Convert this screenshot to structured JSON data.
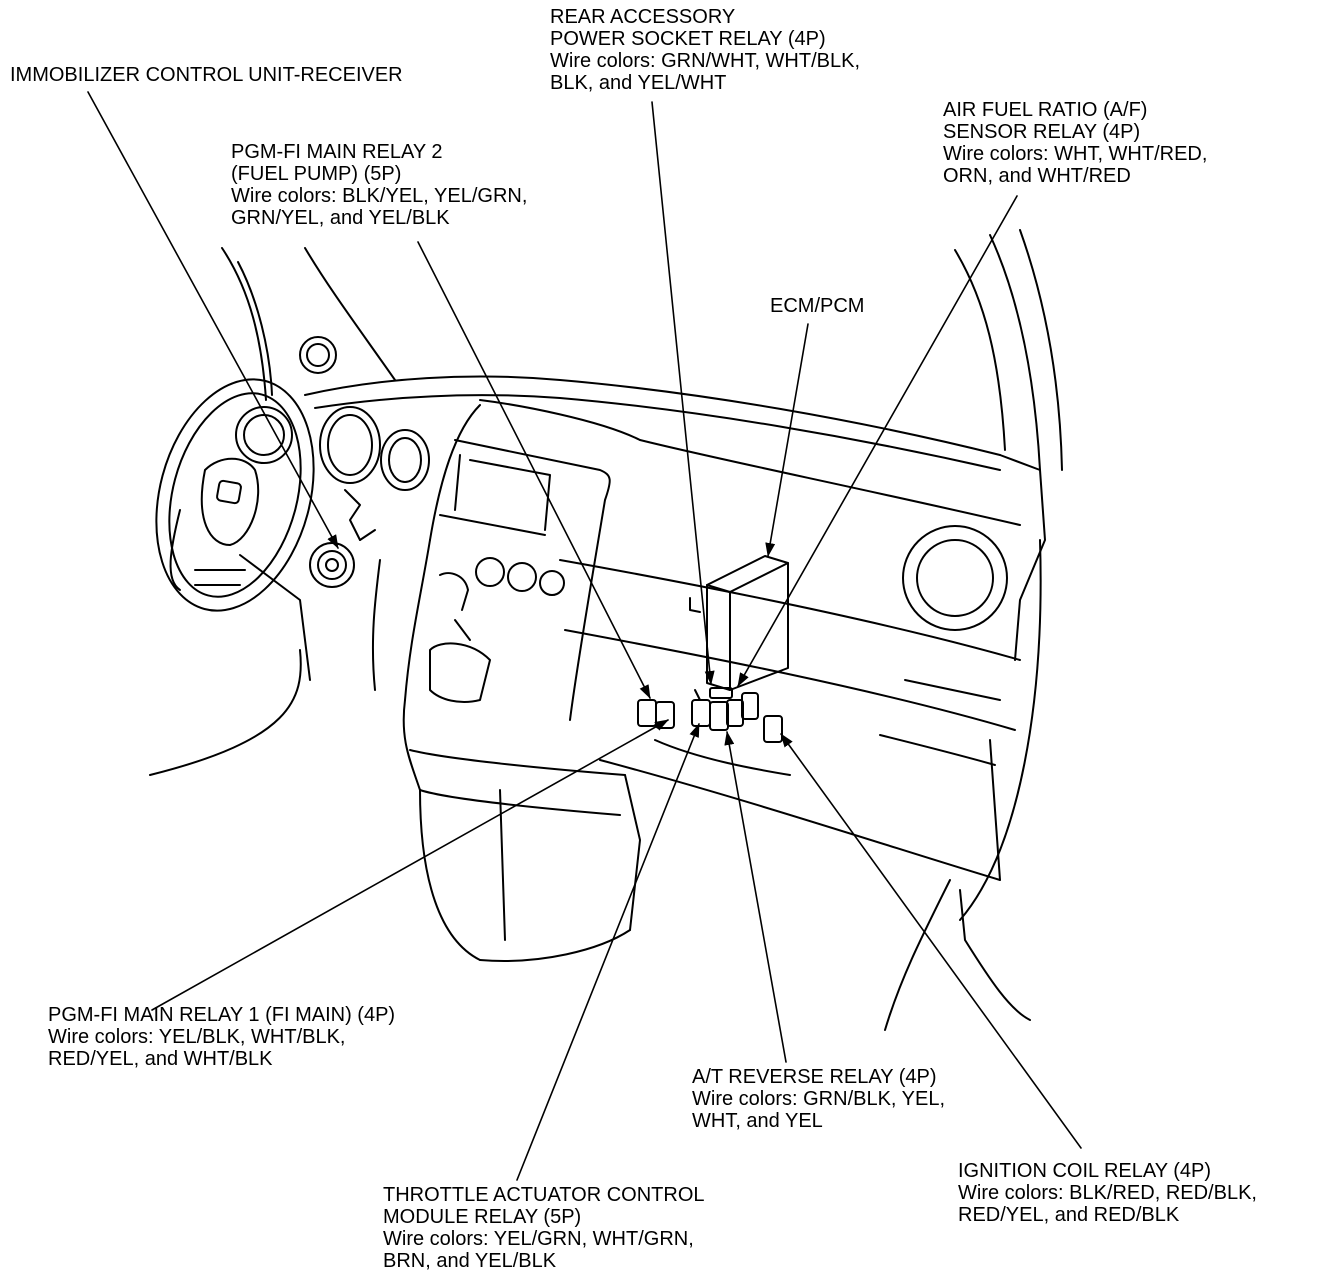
{
  "labels": {
    "immobilizer": [
      "IMMOBILIZER CONTROL UNIT-RECEIVER"
    ],
    "rear_accessory": [
      "REAR ACCESSORY",
      "POWER SOCKET RELAY (4P)",
      "Wire colors: GRN/WHT, WHT/BLK,",
      "BLK, and YEL/WHT"
    ],
    "pgm_fi_relay2": [
      "PGM-FI MAIN RELAY 2",
      "(FUEL PUMP) (5P)",
      "Wire colors: BLK/YEL, YEL/GRN,",
      "GRN/YEL, and YEL/BLK"
    ],
    "af_sensor": [
      "AIR FUEL RATIO (A/F)",
      "SENSOR RELAY (4P)",
      "Wire colors: WHT, WHT/RED,",
      "ORN, and WHT/RED"
    ],
    "ecm_pcm": [
      "ECM/PCM"
    ],
    "pgm_fi_relay1": [
      "PGM-FI MAIN RELAY 1 (FI MAIN) (4P)",
      "Wire colors: YEL/BLK, WHT/BLK,",
      "RED/YEL, and WHT/BLK"
    ],
    "at_reverse": [
      "A/T REVERSE RELAY (4P)",
      "Wire colors: GRN/BLK, YEL,",
      "WHT, and YEL"
    ],
    "ignition_coil": [
      "IGNITION COIL RELAY (4P)",
      "Wire colors: BLK/RED, RED/BLK,",
      "RED/YEL, and RED/BLK"
    ],
    "throttle_actuator": [
      "THROTTLE ACTUATOR CONTROL",
      "MODULE RELAY (5P)",
      "Wire colors: YEL/GRN, WHT/GRN,",
      "BRN, and YEL/BLK"
    ]
  },
  "colors": {
    "ink": "#000000",
    "paper": "#ffffff"
  }
}
